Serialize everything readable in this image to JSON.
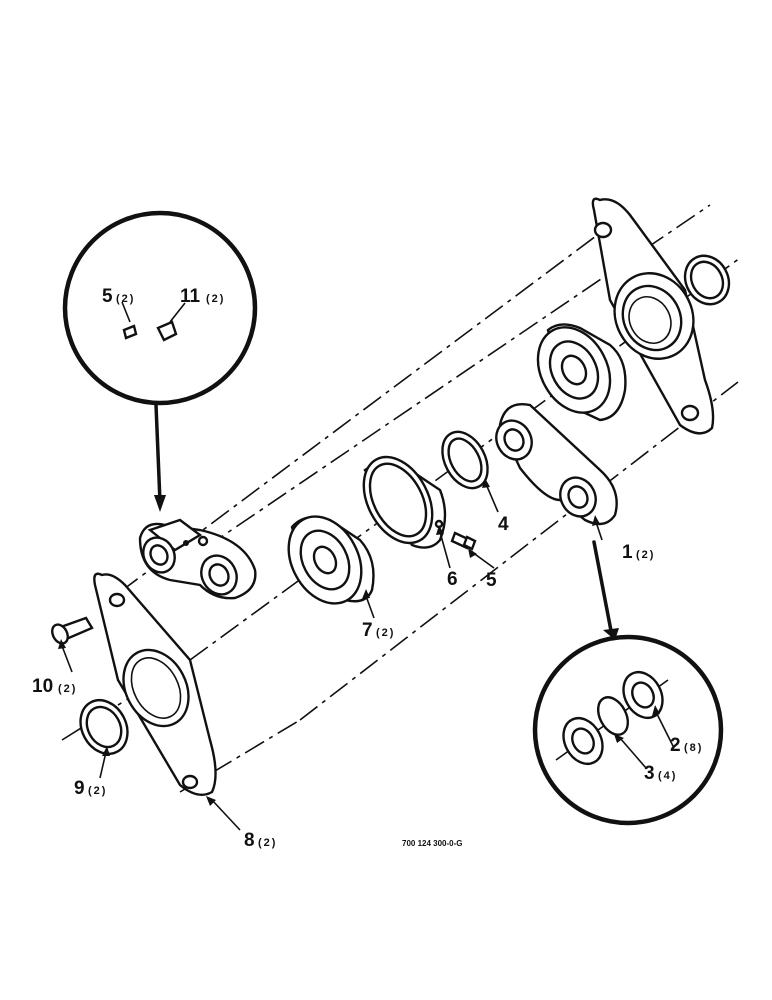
{
  "callouts": [
    {
      "id": "c1",
      "num": "1",
      "qty": "(2)"
    },
    {
      "id": "c2",
      "num": "2",
      "qty": "(8)"
    },
    {
      "id": "c3",
      "num": "3",
      "qty": "(4)"
    },
    {
      "id": "c4",
      "num": "4",
      "qty": ""
    },
    {
      "id": "c5",
      "num": "5",
      "qty": ""
    },
    {
      "id": "c5b",
      "num": "5",
      "qty": "(2)"
    },
    {
      "id": "c6",
      "num": "6",
      "qty": ""
    },
    {
      "id": "c7",
      "num": "7",
      "qty": "(2)"
    },
    {
      "id": "c8",
      "num": "8",
      "qty": "(2)"
    },
    {
      "id": "c9",
      "num": "9",
      "qty": "(2)"
    },
    {
      "id": "c10",
      "num": "10",
      "qty": "(2)"
    },
    {
      "id": "c11",
      "num": "11",
      "qty": "(2)"
    }
  ],
  "drawing_code": "700 124 300-0-G"
}
